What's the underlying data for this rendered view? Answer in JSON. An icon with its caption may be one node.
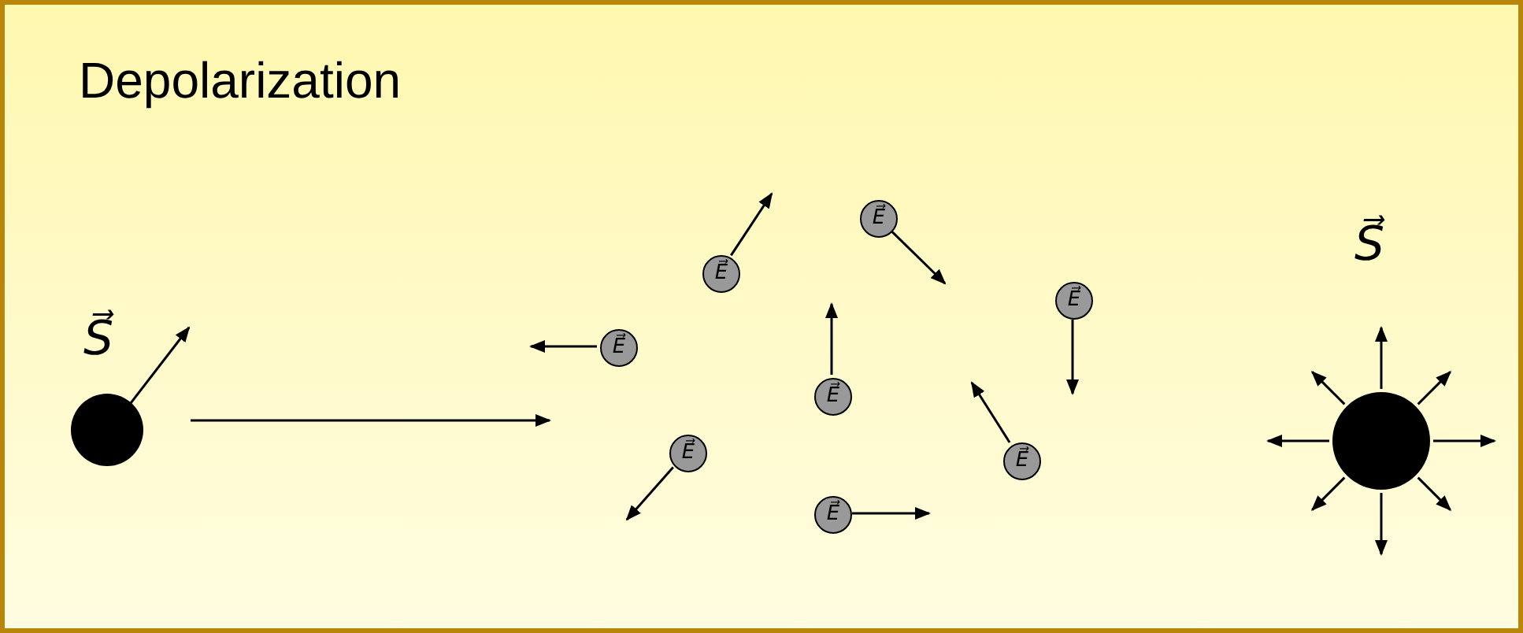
{
  "diagram": {
    "title": "Depolarization",
    "nodes": [
      {
        "text": [],
        "shape": "circle",
        "beside": [
          "S⃗"
        ]
      },
      {
        "text": [
          "E⃗"
        ]
      },
      {
        "text": [
          "E⃗"
        ]
      },
      {
        "text": [
          "E⃗"
        ]
      },
      {
        "text": [
          "E⃗"
        ]
      },
      {
        "text": [
          "E⃗"
        ]
      },
      {
        "text": [
          "E⃗"
        ]
      },
      {
        "text": [
          "E⃗"
        ]
      },
      {
        "text": [
          "E⃗"
        ]
      },
      {
        "text": [],
        "shape": "circle",
        "beside": [
          "S⃗"
        ]
      }
    ]
  }
}
